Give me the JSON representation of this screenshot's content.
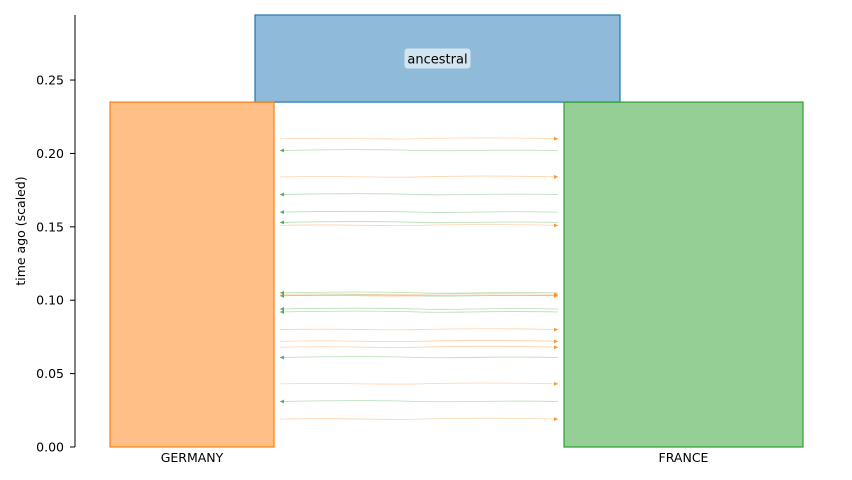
{
  "chart_data": {
    "type": "demography",
    "ylabel": "time ago (scaled)",
    "ylim": [
      0,
      0.295
    ],
    "yticks": [
      "0.00",
      "0.05",
      "0.10",
      "0.15",
      "0.20",
      "0.25"
    ],
    "ancestral": {
      "name": "ancestral",
      "start": 0.235,
      "end": 0.295,
      "color": "#1f77b4"
    },
    "populations": [
      {
        "name": "GERMANY",
        "start": 0,
        "end": 0.235,
        "color": "#ff7f0e"
      },
      {
        "name": "FRANCE",
        "start": 0,
        "end": 0.235,
        "color": "#2ca02c"
      }
    ],
    "migrations": [
      {
        "from": "GERMANY",
        "to": "FRANCE",
        "time": 0.21,
        "color": "#ff7f0e"
      },
      {
        "from": "FRANCE",
        "to": "GERMANY",
        "time": 0.202,
        "color": "#2ca02c"
      },
      {
        "from": "GERMANY",
        "to": "FRANCE",
        "time": 0.184,
        "color": "#ff7f0e"
      },
      {
        "from": "FRANCE",
        "to": "GERMANY",
        "time": 0.172,
        "color": "#2ca02c"
      },
      {
        "from": "FRANCE",
        "to": "GERMANY",
        "time": 0.16,
        "color": "#2ca02c"
      },
      {
        "from": "FRANCE",
        "to": "GERMANY",
        "time": 0.153,
        "color": "#2ca02c"
      },
      {
        "from": "GERMANY",
        "to": "FRANCE",
        "time": 0.151,
        "color": "#ff7f0e"
      },
      {
        "from": "FRANCE",
        "to": "GERMANY",
        "time": 0.105,
        "color": "#2ca02c"
      },
      {
        "from": "GERMANY",
        "to": "FRANCE",
        "time": 0.104,
        "color": "#ff7f0e"
      },
      {
        "from": "FRANCE",
        "to": "GERMANY",
        "time": 0.103,
        "color": "#2ca02c"
      },
      {
        "from": "GERMANY",
        "to": "FRANCE",
        "time": 0.103,
        "color": "#ff7f0e"
      },
      {
        "from": "FRANCE",
        "to": "GERMANY",
        "time": 0.094,
        "color": "#2ca02c"
      },
      {
        "from": "FRANCE",
        "to": "GERMANY",
        "time": 0.092,
        "color": "#2ca02c"
      },
      {
        "from": "GERMANY",
        "to": "FRANCE",
        "time": 0.08,
        "color": "#ff7f0e"
      },
      {
        "from": "GERMANY",
        "to": "FRANCE",
        "time": 0.072,
        "color": "#ff7f0e"
      },
      {
        "from": "GERMANY",
        "to": "FRANCE",
        "time": 0.068,
        "color": "#ff7f0e"
      },
      {
        "from": "FRANCE",
        "to": "GERMANY",
        "time": 0.061,
        "color": "#2ca02c"
      },
      {
        "from": "GERMANY",
        "to": "FRANCE",
        "time": 0.043,
        "color": "#ff7f0e"
      },
      {
        "from": "FRANCE",
        "to": "GERMANY",
        "time": 0.031,
        "color": "#2ca02c"
      },
      {
        "from": "GERMANY",
        "to": "FRANCE",
        "time": 0.019,
        "color": "#ff7f0e"
      }
    ],
    "grid": false,
    "legend": "none"
  }
}
